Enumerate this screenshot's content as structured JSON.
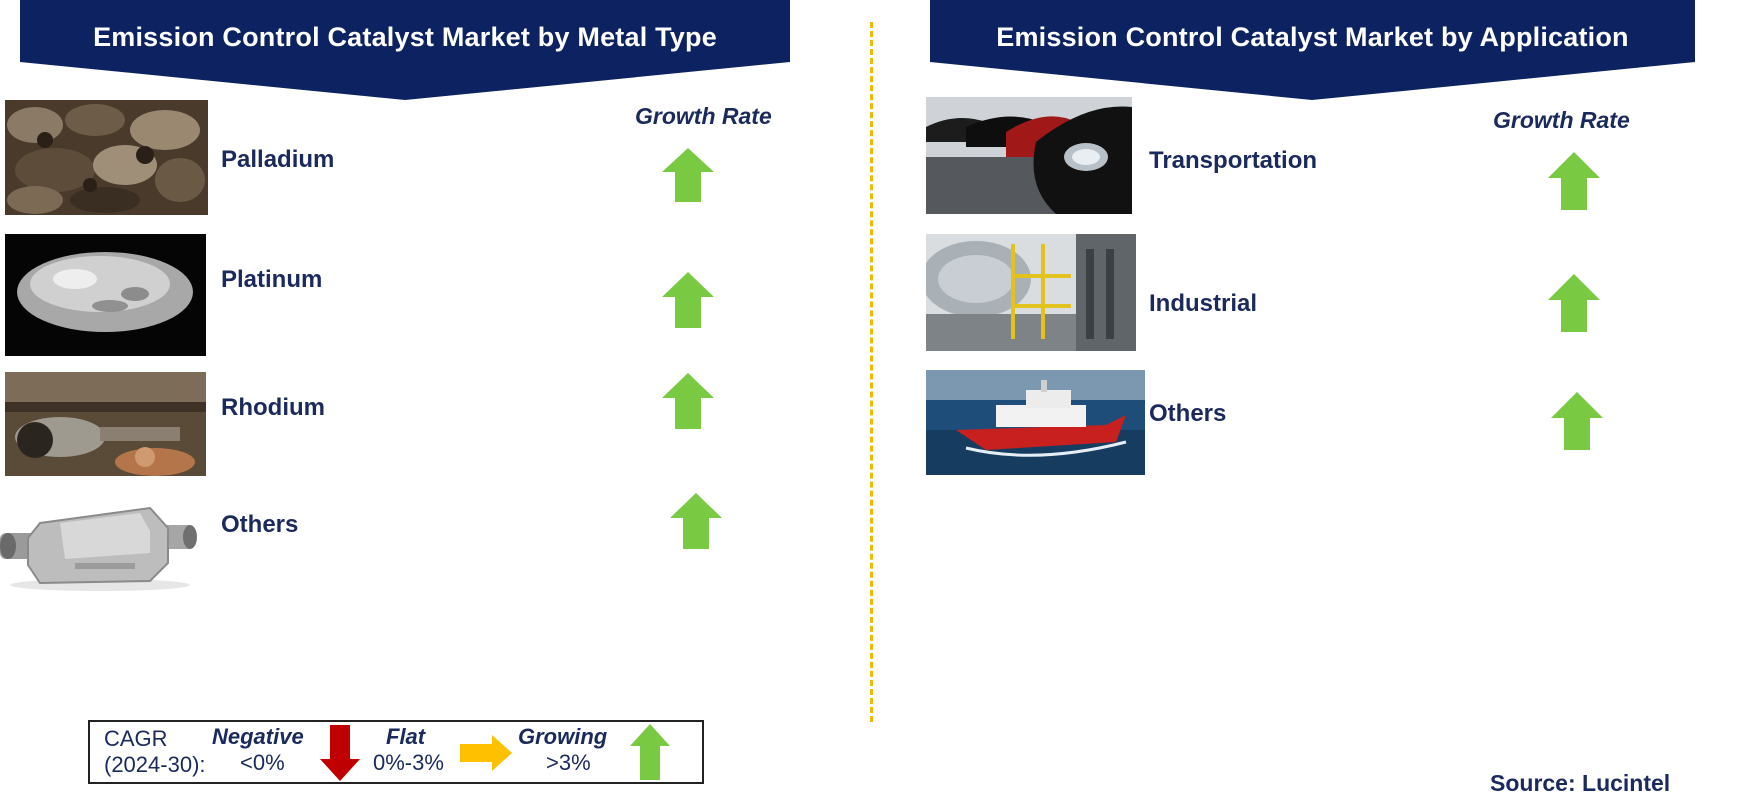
{
  "left_panel": {
    "title": "Emission Control Catalyst Market by Metal Type",
    "growth_header": "Growth Rate",
    "items": [
      {
        "label": "Palladium",
        "trend": "growing",
        "image": "scrap-catalytic-converters-photo"
      },
      {
        "label": "Platinum",
        "trend": "growing",
        "image": "platinum-nugget-photo"
      },
      {
        "label": "Rhodium",
        "trend": "growing",
        "image": "vehicle-exhaust-underside-photo"
      },
      {
        "label": "Others",
        "trend": "growing",
        "image": "catalytic-converter-photo"
      }
    ]
  },
  "right_panel": {
    "title": "Emission Control Catalyst Market by Application",
    "growth_header": "Growth Rate",
    "items": [
      {
        "label": "Transportation",
        "trend": "growing",
        "image": "parked-cars-photo"
      },
      {
        "label": "Industrial",
        "trend": "growing",
        "image": "industrial-plant-photo"
      },
      {
        "label": "Others",
        "trend": "growing",
        "image": "ship-photo"
      }
    ]
  },
  "legend": {
    "cagr_label": "CAGR",
    "period": "(2024-30):",
    "negative_label": "Negative",
    "negative_range": "<0%",
    "flat_label": "Flat",
    "flat_range": "0%-3%",
    "growing_label": "Growing",
    "growing_range": ">3%"
  },
  "source": "Source: Lucintel",
  "colors": {
    "banner": "#0d2260",
    "text": "#1b2a5c",
    "arrow_up": "#7ac943",
    "arrow_down": "#c00000",
    "arrow_flat": "#ffc000",
    "divider": "#f5b800"
  }
}
